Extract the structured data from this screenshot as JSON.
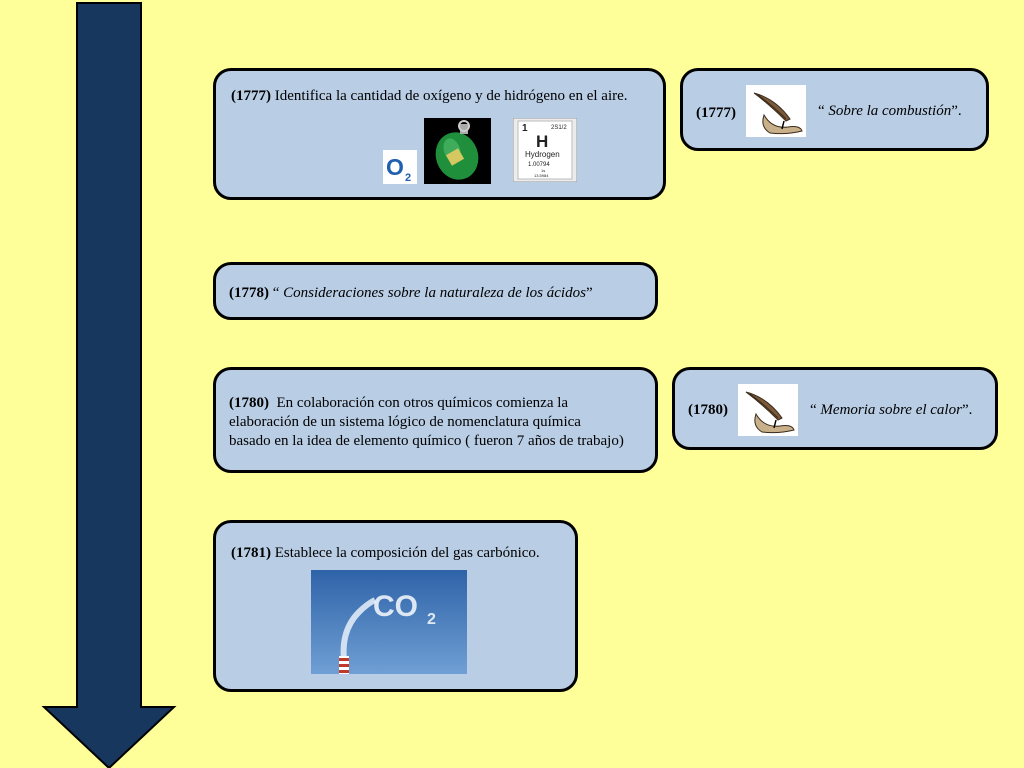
{
  "events": {
    "e1777a": {
      "year": "(1777)",
      "text": "Identifica la cantidad de oxígeno y de hidrógeno en el aire."
    },
    "e1777b": {
      "year": "(1777)",
      "quote_open": "“",
      "title": " Sobre la combustión",
      "quote_close": "”."
    },
    "e1778": {
      "year": "(1778)",
      "quote_open": " “",
      "title": " Consideraciones sobre la naturaleza de los ácidos",
      "quote_close": "”"
    },
    "e1780a": {
      "year": "(1780)",
      "line1": "  En colaboración con otros químicos comienza la",
      "line2": "elaboración de un sistema lógico de nomenclatura química",
      "line3": "basado en la idea de elemento químico ( fueron 7 años de trabajo)"
    },
    "e1780b": {
      "year": "(1780)",
      "quote_open": "“ ",
      "title": "Memoria sobre el calor",
      "quote_close": "”."
    },
    "e1781": {
      "year": "(1781)",
      "text": " Establece la composición del gas carbónico."
    }
  },
  "images": {
    "o2_logo": {
      "formula": "O",
      "subscript": "2"
    },
    "hydrogen_tile": {
      "number": "1",
      "config": "2S1/2",
      "symbol": "H",
      "name": "Hydrogen",
      "mass": "1.00794",
      "shell": "1s",
      "ionization": "13.5984"
    },
    "co2_cloud": {
      "formula": "CO",
      "subscript": "2"
    }
  },
  "colors": {
    "background": "#ffff99",
    "box_fill": "#b9cde5",
    "arrow": "#17375e"
  }
}
